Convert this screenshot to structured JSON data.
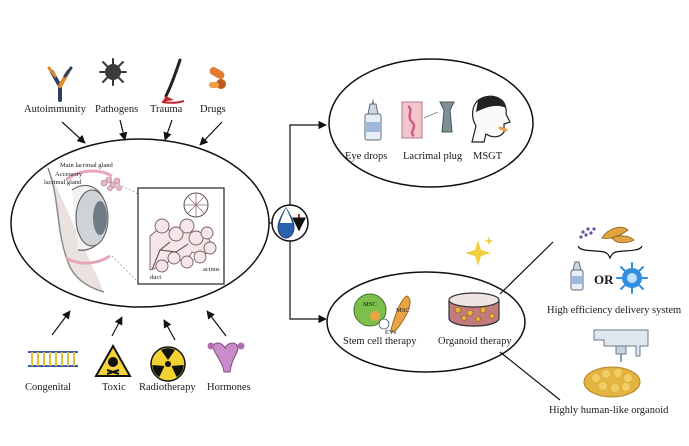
{
  "causes_top": [
    {
      "label": "Autoimmunity",
      "icon": "antibody-icon"
    },
    {
      "label": "Pathogens",
      "icon": "virus-icon"
    },
    {
      "label": "Trauma",
      "icon": "scalpel-icon"
    },
    {
      "label": "Drugs",
      "icon": "pills-icon"
    }
  ],
  "causes_bottom": [
    {
      "label": "Congenital",
      "icon": "dna-icon"
    },
    {
      "label": "Toxic",
      "icon": "toxic-sign-icon"
    },
    {
      "label": "Radiotherapy",
      "icon": "radiation-icon"
    },
    {
      "label": "Hormones",
      "icon": "uterus-icon"
    }
  ],
  "anatomy": {
    "main_gland": "Main lacrimal gland",
    "accessory_gland_1": "Accessory",
    "accessory_gland_2": "lacrimal gland",
    "acinus": "acinus",
    "duct": "duct"
  },
  "treatments": [
    {
      "label": "Eye drops",
      "icon": "eye-drop-bottle-icon"
    },
    {
      "label": "Lacrimal plug",
      "icon": "lacrimal-plug-icon"
    },
    {
      "label": "MSGT",
      "icon": "head-profile-icon"
    }
  ],
  "therapies": [
    {
      "label": "Stem cell therapy",
      "icon": "stem-cell-icon"
    },
    {
      "label": "Organoid therapy",
      "icon": "petri-dish-icon"
    }
  ],
  "stem_cell_tags": {
    "msc1": "MSC",
    "msc2": "MSC",
    "evs": "EVs"
  },
  "or_text": "OR",
  "future": {
    "delivery": "High efficiency delivery system",
    "organoid": "Highly human-like organoid"
  },
  "colors": {
    "tear_blue": "#2b62b0",
    "decrease_red": "#c0262d",
    "msc_green": "#7cc04b",
    "organoid_yellow": "#e3b43f",
    "sparkle": "#f1cf3c"
  }
}
